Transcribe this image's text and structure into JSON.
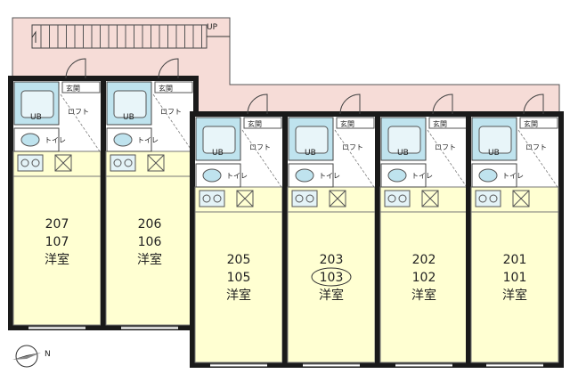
{
  "stairs": {
    "label": "UP"
  },
  "compass": {
    "label": "N"
  },
  "labels": {
    "genkan": "玄関",
    "loft": "ロフト",
    "toilet": "トイレ",
    "ub": "UB"
  },
  "units": [
    {
      "id": "u207",
      "upper": "207",
      "lower": "107",
      "room": "洋室",
      "circled": false
    },
    {
      "id": "u206",
      "upper": "206",
      "lower": "106",
      "room": "洋室",
      "circled": false
    },
    {
      "id": "u205",
      "upper": "205",
      "lower": "105",
      "room": "洋室",
      "circled": false
    },
    {
      "id": "u203",
      "upper": "203",
      "lower": "103",
      "room": "洋室",
      "circled": true
    },
    {
      "id": "u202",
      "upper": "202",
      "lower": "102",
      "room": "洋室",
      "circled": false
    },
    {
      "id": "u201",
      "upper": "201",
      "lower": "101",
      "room": "洋室",
      "circled": false
    }
  ],
  "colors": {
    "walkway": "#f6dcd7",
    "room": "#ffffd2",
    "wall": "#1a1a1a",
    "fixture": "#bfe3ee"
  }
}
